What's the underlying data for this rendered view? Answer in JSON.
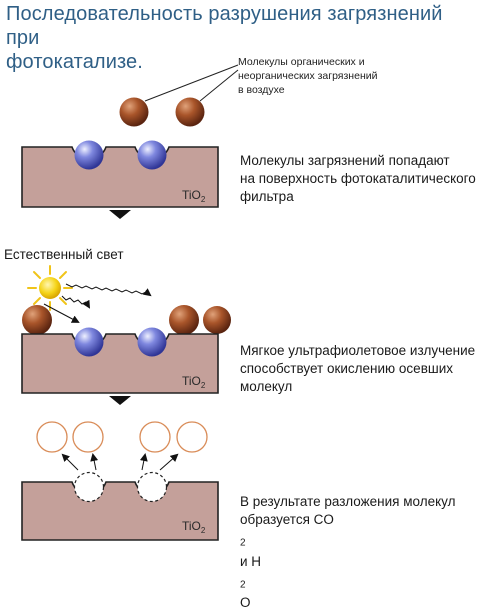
{
  "title": {
    "line1": "Последовательность разрушения загрязнений при",
    "line2": "фотокатализе."
  },
  "note": {
    "line1": "Молекулы органических и",
    "line2": "неорганических загрязнений",
    "line3": "в воздухе"
  },
  "step1": {
    "line1": "Молекулы загрязнений попадают",
    "line2": "на поверхность фотокаталитического",
    "line3": "фильтра"
  },
  "light_label": "Естественный свет",
  "step2": {
    "line1": "Мягкое ультрафиолетовое излучение",
    "line2": "способствует окислению осевших",
    "line3": "молекул"
  },
  "step3": {
    "line1": "В результате разложения молекул",
    "line2_a": "образуется CO",
    "line2_sub1": "2",
    "line2_b": " и H",
    "line2_sub2": "2",
    "line2_c": "O"
  },
  "surface_label": {
    "main": "TiO",
    "sub": "2"
  },
  "colors": {
    "title": "#2f5f86",
    "surface": "#c4a09a",
    "brown_molecule": "#9a4a24",
    "blue_molecule": "#5a63c6",
    "sun": "#f4d21a",
    "hollow_molecule": "#d98c58"
  }
}
